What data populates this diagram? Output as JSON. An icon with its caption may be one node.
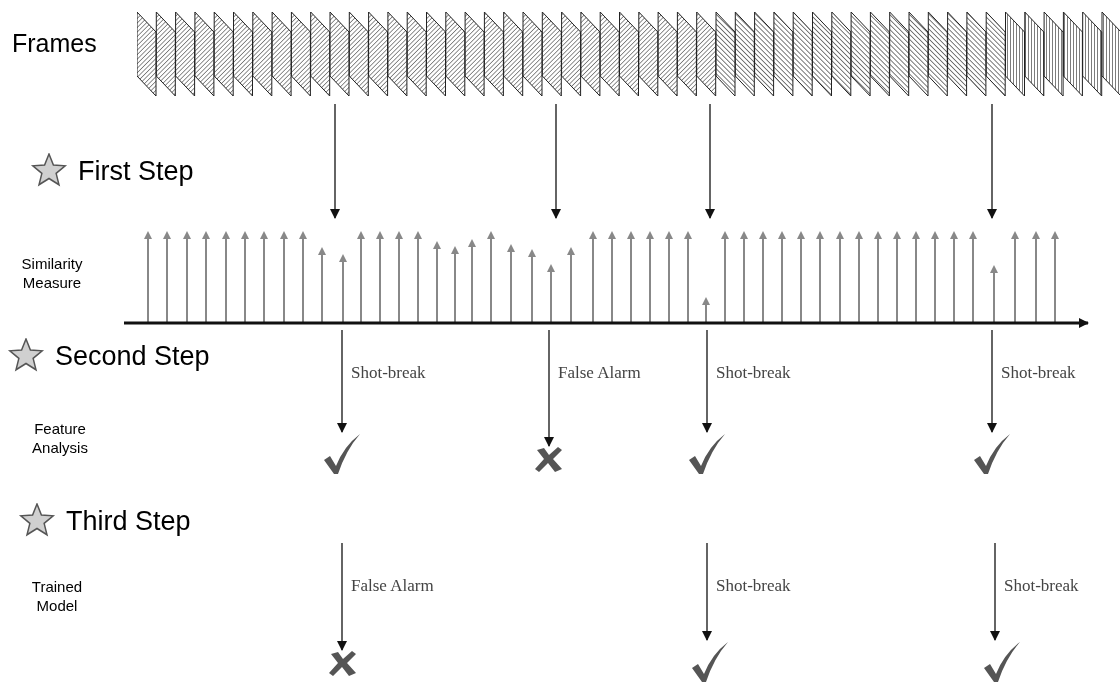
{
  "diagram": {
    "nodes": [
      {
        "text": [],
        "shape": "picture"
      },
      {
        "text": [],
        "shape": "picture"
      },
      {
        "text": [],
        "shape": "check"
      },
      {
        "text": [],
        "shape": "cross"
      },
      {
        "text": [],
        "shape": "check"
      },
      {
        "text": [],
        "shape": "check"
      },
      {
        "text": [],
        "shape": "cross"
      },
      {
        "text": [],
        "shape": "check"
      },
      {
        "text": [],
        "shape": "check"
      }
    ],
    "edges": [
      {
        "from": 0,
        "to": 1,
        "arrow": "to"
      },
      {
        "from": 0,
        "to": 1,
        "arrow": "to"
      },
      {
        "from": 0,
        "to": 1,
        "arrow": "to"
      },
      {
        "from": 0,
        "to": 1,
        "arrow": "to"
      },
      {
        "from": 1,
        "to": 2,
        "arrow": "to",
        "label": "Shot-break"
      },
      {
        "from": 1,
        "to": 3,
        "arrow": "to",
        "label": "False Alarm"
      },
      {
        "from": 1,
        "to": 4,
        "arrow": "to",
        "label": "Shot-break"
      },
      {
        "from": 1,
        "to": 5,
        "arrow": "to",
        "label": "Shot-break"
      },
      {
        "from": null,
        "to": 6,
        "arrow": "to",
        "label": "False Alarm"
      },
      {
        "from": null,
        "to": 7,
        "arrow": "to",
        "label": "Shot-break"
      },
      {
        "from": null,
        "to": 8,
        "arrow": "to",
        "label": "Shot-break"
      }
    ],
    "labels": [
      "Frames",
      "First Step",
      "Similarity Measure",
      "Second Step",
      "Feature Analysis",
      "Third Step",
      "Trained Model"
    ]
  }
}
